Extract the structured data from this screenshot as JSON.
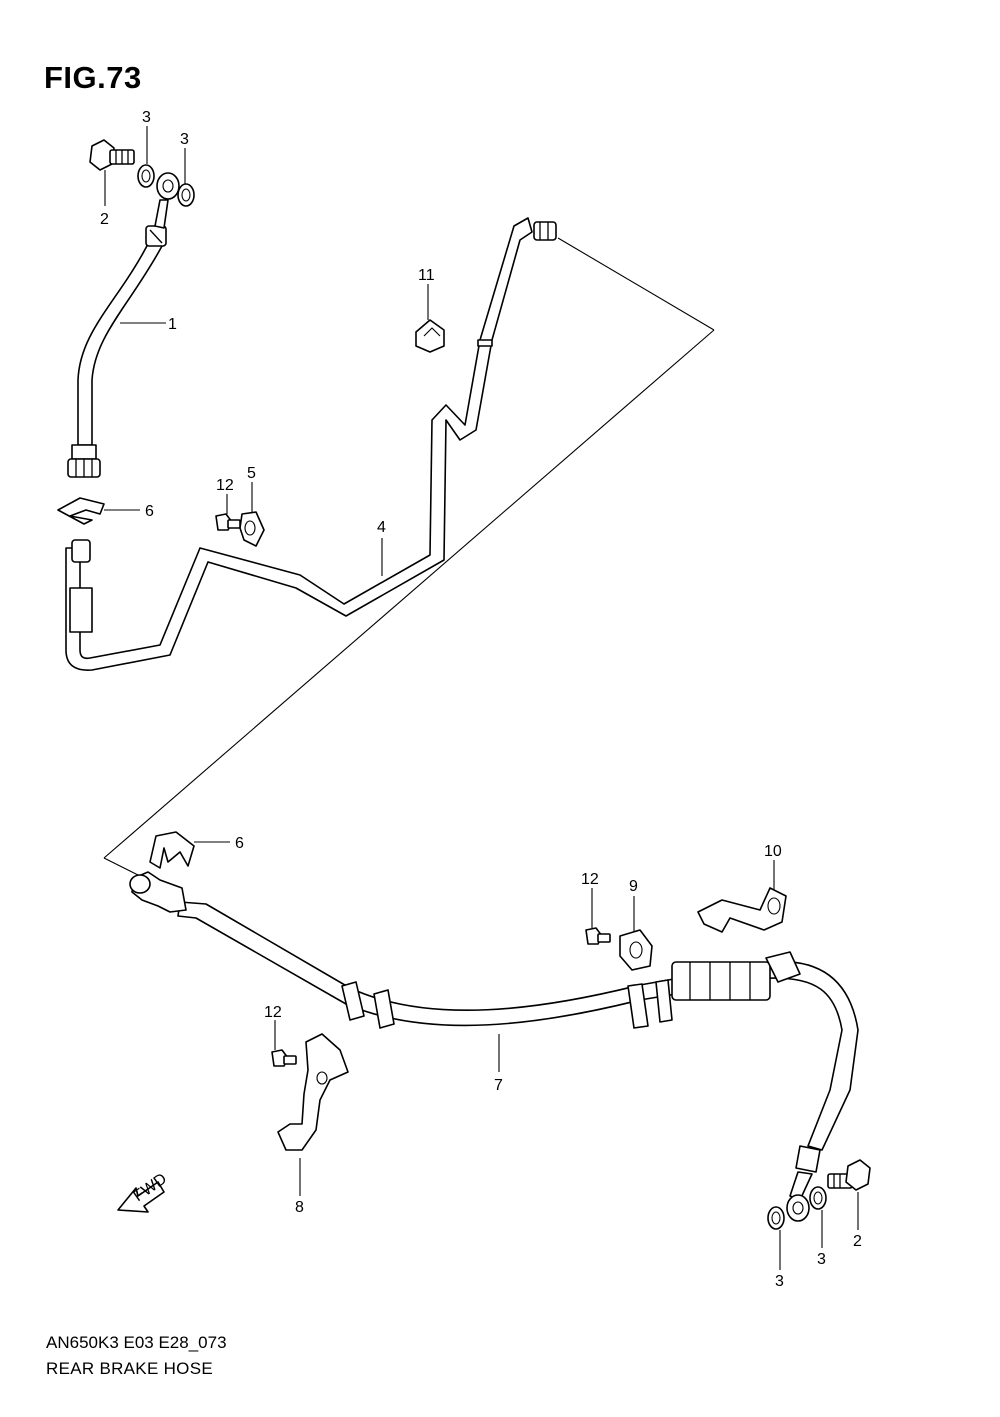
{
  "figure": {
    "title": "FIG.73"
  },
  "footer": {
    "model_code": "AN650K3 E03 E28_073",
    "caption": "REAR BRAKE HOSE"
  },
  "callouts": {
    "c1": "1",
    "c2a": "2",
    "c3a": "3",
    "c3b": "3",
    "c4": "4",
    "c5": "5",
    "c6a": "6",
    "c6b": "6",
    "c7": "7",
    "c8": "8",
    "c9": "9",
    "c10": "10",
    "c11": "11",
    "c12a": "12",
    "c12b": "12",
    "c12c": "12",
    "c2b": "2",
    "c3c": "3",
    "c3d": "3"
  },
  "fwd_arrow": {
    "label": "FWD"
  }
}
